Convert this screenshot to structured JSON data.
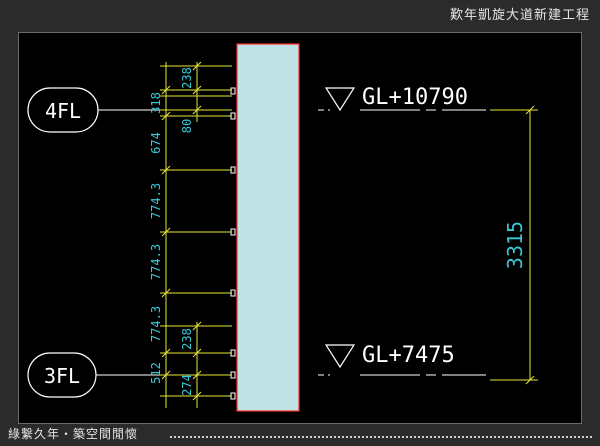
{
  "title": "歎年凱旋大道新建工程",
  "footer": "綠繫久年・築空間閒懷",
  "colors": {
    "background": "#000000",
    "frame": "#2b2b2b",
    "column_fill": "#bfe3e7",
    "column_stroke": "#ff2a2a",
    "dimension": "#e6e639",
    "dim_text": "#38c8d8",
    "label": "#ffffff"
  },
  "floors": {
    "upper": {
      "tag": "4FL",
      "level": "GL+10790"
    },
    "lower": {
      "tag": "3FL",
      "level": "GL+7475"
    }
  },
  "dimensions": {
    "storey_height": "3315",
    "upper_set": [
      "238",
      "318",
      "80"
    ],
    "spacing": [
      "674",
      "774.3",
      "774.3",
      "774.3"
    ],
    "lower_set": [
      "238",
      "512",
      "274"
    ]
  },
  "icons": {
    "level_marker": "triangle-down-icon"
  }
}
